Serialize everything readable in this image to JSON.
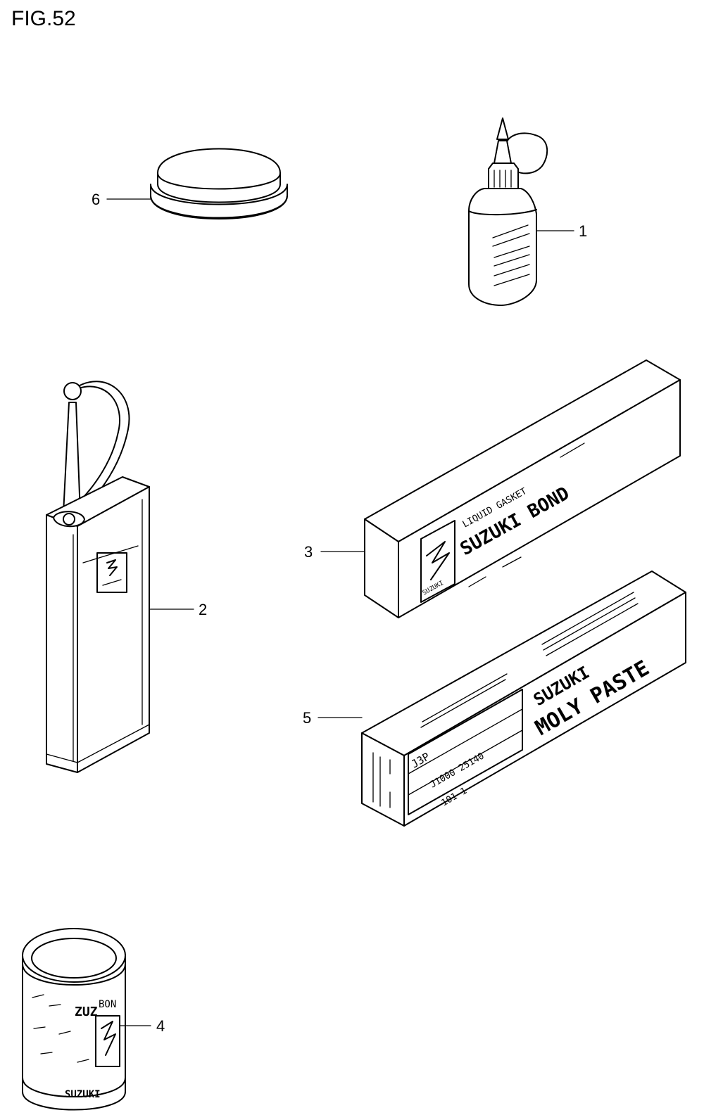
{
  "figure": {
    "title": "FIG.52"
  },
  "callouts": [
    {
      "id": "1",
      "label": "1"
    },
    {
      "id": "2",
      "label": "2"
    },
    {
      "id": "3",
      "label": "3"
    },
    {
      "id": "4",
      "label": "4"
    },
    {
      "id": "5",
      "label": "5"
    },
    {
      "id": "6",
      "label": "6"
    }
  ],
  "labels": {
    "bond_box_line1": "LIQUID GASKET",
    "bond_box_line2": "SUZUKI BOND",
    "bond_box_end": "SUZUKI",
    "moly_box_line1": "SUZUKI",
    "moly_box_line2": "MOLY PASTE",
    "moly_code1": "J3P",
    "moly_code2": "J1000 25140",
    "moly_code3": "101   1",
    "can_text1": "BON",
    "can_text2": "ZUZ",
    "can_text3": "SUZUKI"
  }
}
